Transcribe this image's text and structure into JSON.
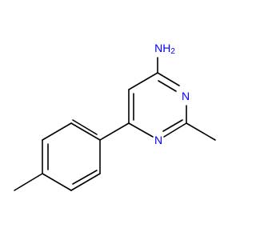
{
  "molecule": {
    "atoms": [
      {
        "id": "N1",
        "label": "N",
        "color": "#0000ff"
      },
      {
        "id": "N3",
        "label": "N",
        "color": "#0000ff"
      },
      {
        "id": "NH2",
        "label": "NH2",
        "color": "#0000ff"
      }
    ]
  }
}
